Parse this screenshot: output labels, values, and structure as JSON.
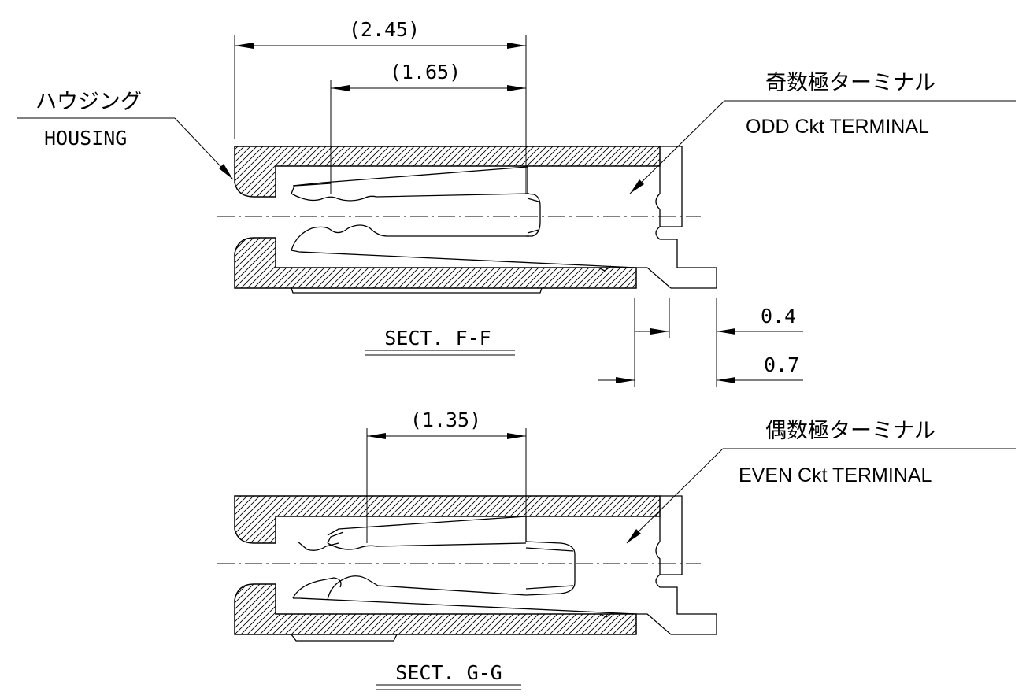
{
  "labels": {
    "housing_jp": "ハウジング",
    "housing_en": "HOUSING",
    "odd_jp": "奇数極ターミナル",
    "odd_en": "ODD Ckt TERMINAL",
    "even_jp": "偶数極ターミナル",
    "even_en": "EVEN Ckt TERMINAL"
  },
  "dimensions": {
    "d245": "(2.45)",
    "d165": "(1.65)",
    "d135": "(1.35)",
    "d04": "0.4",
    "d07": "0.7"
  },
  "sections": {
    "ff": "SECT. F-F",
    "gg": "SECT. G-G"
  }
}
